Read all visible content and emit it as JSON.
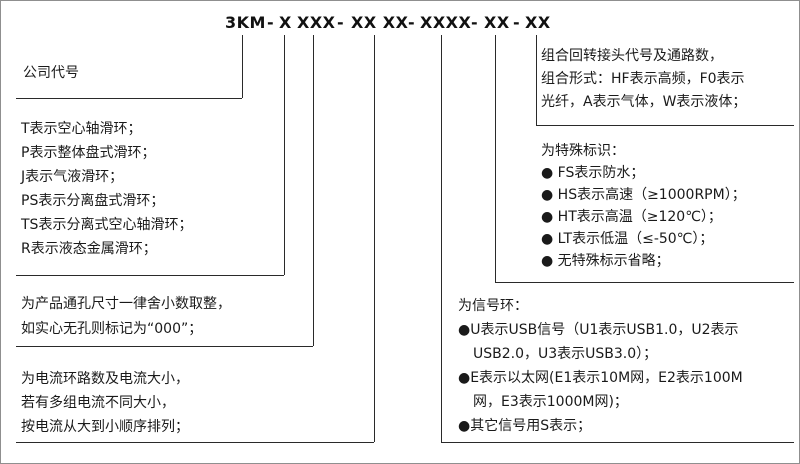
{
  "title": {
    "model_code": "3KM - X XXX - XX XX - XXXX - XX - XX",
    "segments": [
      "3KM",
      "-",
      "X",
      "XXX",
      "-",
      "XX XX",
      "-",
      "XXXX",
      "-",
      "XX",
      "-",
      "XX"
    ]
  },
  "colors": {
    "text": "#1a1a1a",
    "line": "#2a2a2a",
    "border": "#8f8f8f"
  },
  "blocks": {
    "company_code": {
      "label": "公司代号"
    },
    "slip_ring_type": {
      "lines": [
        "T表示空心轴滑环；",
        "P表示整体盘式滑环；",
        "J表示气液滑环；",
        "PS表示分离盘式滑环；",
        "TS表示分离式空心轴滑环；",
        "R表示液态金属滑环；"
      ]
    },
    "bore_size": {
      "lines": [
        "为产品通孔尺寸一律舍小数取整，",
        "如实心无孔则标记为“000”；"
      ]
    },
    "current": {
      "lines": [
        "为电流环路数及电流大小，",
        "若有多组电流不同大小，",
        "按电流从大到小顺序排列；"
      ]
    },
    "rotary_joint": {
      "lines": [
        "组合回转接头代号及通路数，",
        "组合形式：HF表示高频，F0表示",
        "光纤，A表示气体，W表示液体；"
      ]
    },
    "special_marks": {
      "lines": [
        "为特殊标识：",
        "● FS表示防水；",
        "● HS表示高速（≥1000RPM）；",
        "● HT表示高温（≥120℃）；",
        "● LT表示低温（≤-50℃）；",
        "● 无特殊标示省略；"
      ]
    },
    "signal_rings": {
      "lines": [
        "为信号环：",
        "●U表示USB信号（U1表示USB1.0，U2表示",
        "USB2.0，U3表示USB3.0）；",
        "●E表示以太网(E1表示10M网，E2表示100M",
        "网，E3表示1000M网)；",
        "●其它信号用S表示；"
      ]
    }
  }
}
